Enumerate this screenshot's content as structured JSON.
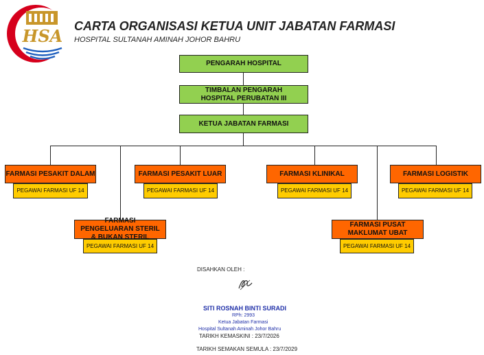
{
  "header": {
    "title": "CARTA ORGANISASI KETUA UNIT JABATAN FARMASI",
    "subtitle": "HOSPITAL SULTANAH AMINAH JOHOR BAHRU",
    "logo_text": "HSA"
  },
  "chart": {
    "pengarah": "PENGARAH HOSPITAL",
    "timbalan": "TIMBALAN PENGARAH HOSPITAL PERUBATAN III",
    "ketua": "KETUA JABATAN FARMASI",
    "units": [
      {
        "name": "FARMASI PESAKIT DALAM",
        "officer": "PEGAWAI FARMASI UF 14"
      },
      {
        "name": "FARMASI PENGELUARAN STERIL & BUKAN STERIL",
        "officer": "PEGAWAI FARMASI UF 14"
      },
      {
        "name": "FARMASI PESAKIT LUAR",
        "officer": "PEGAWAI FARMASI UF 14"
      },
      {
        "name": "FARMASI KLINIKAL",
        "officer": "PEGAWAI FARMASI UF 14"
      },
      {
        "name": "FARMASI PUSAT MAKLUMAT UBAT",
        "officer": "PEGAWAI FARMASI UF 14"
      },
      {
        "name": "FARMASI LOGISTIK",
        "officer": "PEGAWAI FARMASI UF 14"
      }
    ]
  },
  "signature": {
    "label": "DISAHKAN OLEH :",
    "name": "SITI ROSNAH BINTI SURADI",
    "rph": "RPh: 2993",
    "position": "Ketua Jabatan Farmasi",
    "hospital": "Hospital Sultanah Aminah Johor Bahru",
    "updated": "TARIKH KEMASKINI : 23/7/2026",
    "review": "TARIKH SEMAKAN SEMULA : 23/7/2029"
  },
  "colors": {
    "top_box": "#92d050",
    "unit_box": "#ff6600",
    "officer_box": "#ffcc00",
    "signature_text": "#1f2fa8",
    "logo_red": "#d6001c",
    "logo_gold": "#c8962a"
  }
}
